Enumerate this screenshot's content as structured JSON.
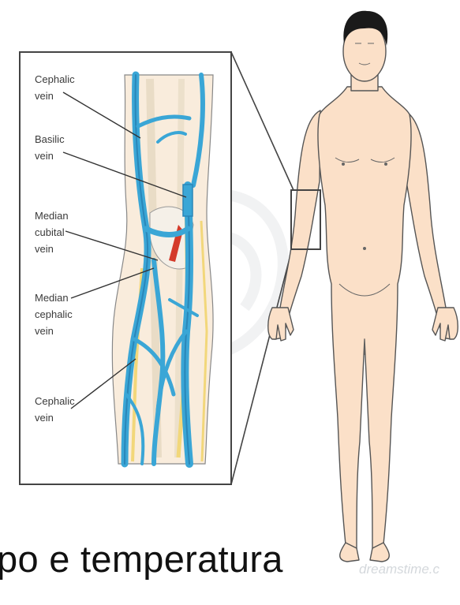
{
  "labels": {
    "cephalic_top": "Cephalic\nvein",
    "basilic": "Basilic\nvein",
    "median_cubital": "Median\ncubital\nvein",
    "median_cephalic": "Median\ncephalic\nvein",
    "cephalic_bottom": "Cephalic\nvein"
  },
  "caption": "po e temperatura",
  "watermark": "dreamstime.c",
  "colors": {
    "vein": "#3aa6d6",
    "vein_dark": "#2a86b8",
    "skin": "#fbe0c8",
    "skin_outline": "#555555",
    "nerve": "#f2d77a",
    "artery": "#d43a2a",
    "frame": "#444444"
  }
}
